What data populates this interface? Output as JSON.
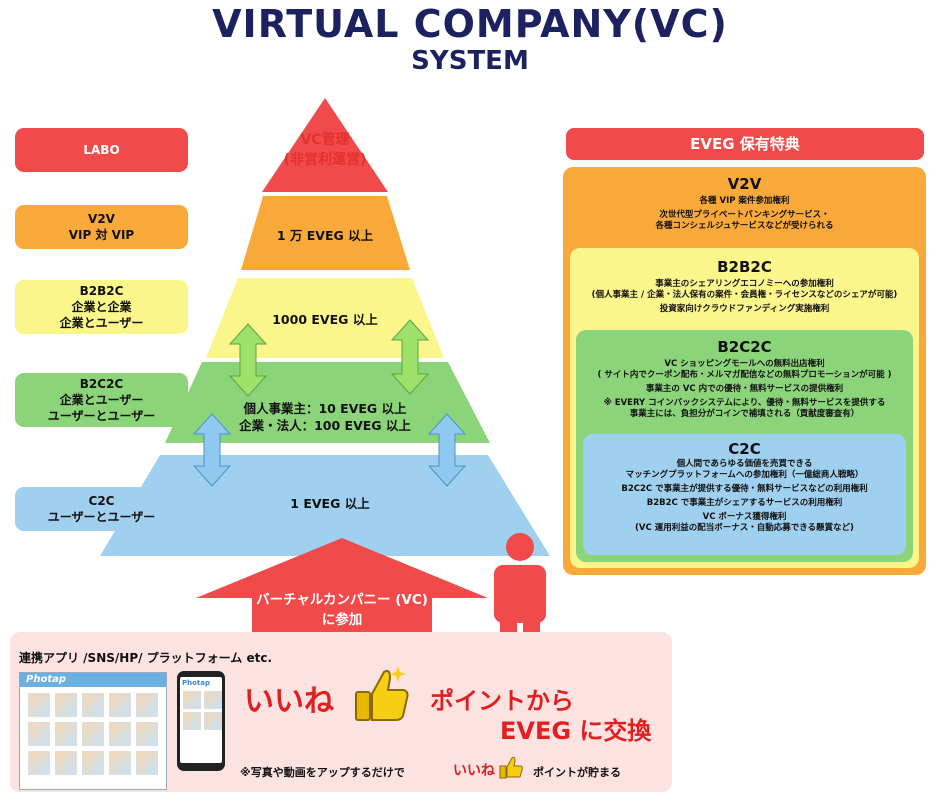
{
  "header": {
    "title": "VIRTUAL COMPANY(VC)",
    "subtitle": "SYSTEM"
  },
  "pyramid": {
    "apex": [
      "VC管理",
      "(非営利運営)"
    ],
    "tier_v2v": "1 万 EVEG 以上",
    "tier_b2b2c": "1000 EVEG 以上",
    "tier_b2c2c": [
      "個人事業主：10 EVEG 以上",
      "企業・法人：100 EVEG 以上"
    ],
    "tier_c2c": "1 EVEG 以上"
  },
  "left_labels": {
    "labo": "LABO",
    "v2v": [
      "V2V",
      "VIP 対 VIP"
    ],
    "b2b2c": [
      "B2B2C",
      "企業と企業",
      "企業とユーザー"
    ],
    "b2c2c": [
      "B2C2C",
      "企業とユーザー",
      "ユーザーとユーザー"
    ],
    "c2c": [
      "C2C",
      "ユーザーとユーザー"
    ]
  },
  "benefits": {
    "header": "EVEG 保有特典",
    "v2v": {
      "title": "V2V",
      "lines": [
        "各種 VIP 案件参加権利",
        "次世代型プライベートバンキングサービス・",
        "各種コンシェルジュサービスなどが受けられる"
      ]
    },
    "b2b2c": {
      "title": "B2B2C",
      "lines": [
        "事業主のシェアリングエコノミーへの参加権利",
        "(個人事業主 / 企業・法人保有の案件・会員権・ライセンスなどのシェアが可能)",
        "投資家向けクラウドファンディング実施権利"
      ]
    },
    "b2c2c": {
      "title": "B2C2C",
      "lines": [
        "VC ショッピングモールへの無料出店権利",
        "( サイト内でクーポン配布・メルマガ配信などの無料プロモーションが可能 )",
        "事業主の VC 内での優待・無料サービスの提供権利",
        "※ EVERY コインバックシステムにより、優待・無料サービスを提供する",
        "事業主には、負担分がコインで補填される（貢献度審査有）"
      ]
    },
    "c2c": {
      "title": "C2C",
      "lines": [
        "個人間であらゆる価値を売買できる",
        "マッチングプラットフォームへの参加権利（一億総商人戦略）",
        "B2C2C で事業主が提供する優待・無料サービスなどの利用権利",
        "B2B2C で事業主がシェアするサービスの利用権利",
        "VC ボーナス獲得権利",
        "(VC 運用利益の配当ボーナス・自動応募できる懸賞など)"
      ]
    }
  },
  "join": {
    "lines": [
      "バーチャルカンパニー (VC)",
      "に参加"
    ]
  },
  "bottom": {
    "platforms": "連携アプリ /SNS/HP/ プラットフォーム etc.",
    "app_name": "Photap",
    "iine": "いいね",
    "points_line1": "ポイントから",
    "points_line2": "EVEG に交換",
    "note_prefix": "※写真や動画をアップするだけで",
    "note_iine": "いいね",
    "note_suffix": "ポイントが貯まる"
  },
  "colors": {
    "red": "#f04a4a",
    "orange": "#f9a93a",
    "yellow": "#fbf68c",
    "green": "#8cd47a",
    "blue": "#9fd0ef",
    "navy": "#1c2260"
  }
}
